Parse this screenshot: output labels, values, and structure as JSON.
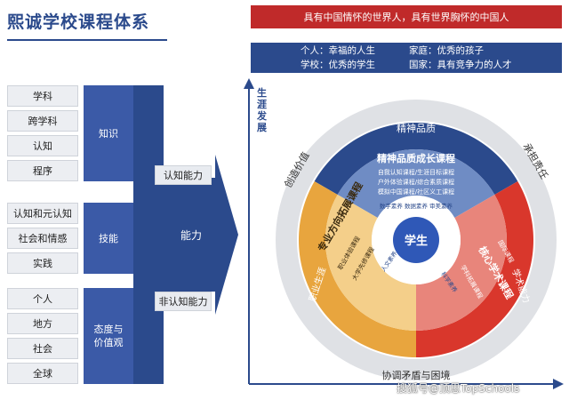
{
  "title": "熙诚学校课程体系",
  "goals": {
    "top": "具有中国情怀的世界人，具有世界胸怀的中国人",
    "row1_left": "个人：幸福的人生",
    "row1_right": "家庭：优秀的孩子",
    "row2_left": "学校：优秀的学生",
    "row2_right": "国家：具有竞争力的人才"
  },
  "left_groups": [
    {
      "label_line1": "知识",
      "label_line2": "",
      "items": [
        "学科",
        "跨学科",
        "认知",
        "程序"
      ]
    },
    {
      "label_line1": "技能",
      "label_line2": "",
      "items": [
        "认知和元认知",
        "社会和情感",
        "实践"
      ]
    },
    {
      "label_line1": "态度与",
      "label_line2": "价值观",
      "items": [
        "个人",
        "地方",
        "社会",
        "全球"
      ]
    }
  ],
  "abilities": {
    "cognitive": "认知能力",
    "center": "能力",
    "non_cognitive": "非认知能力"
  },
  "axis": {
    "y_label": "生涯发展"
  },
  "wheel": {
    "outer_labels": {
      "left": "创造价值",
      "right": "承担责任",
      "bottom": "协调矛盾与困境"
    },
    "middle_labels": {
      "top": "精神品质",
      "right": "学术能力",
      "left": "职业生涯"
    },
    "segments": {
      "top": {
        "title": "精神品质成长课程",
        "lines": [
          "自我认知课程/生涯目标课程",
          "户外体验课程/综合素质课程",
          "模拟中国课程/社区义工课程"
        ]
      },
      "right": {
        "title": "核心学术课程",
        "lines": [
          "国际课程",
          "学科拓展课程"
        ]
      },
      "left": {
        "title": "专业方向拓展课程",
        "lines": [
          "职业体验课程",
          "大学先修课程"
        ]
      }
    },
    "inner_labels": {
      "top": "数字素养 数据素养 审美素养",
      "right": "科学素养",
      "left": "人文素养"
    },
    "center": "学生"
  },
  "watermark": "搜狐号@顶思TopSchools",
  "colors": {
    "navy": "#2b4a8c",
    "blue_mid": "#6f8cc4",
    "red": "#d9372c",
    "red_light": "#e8857b",
    "orange": "#e8a53e",
    "orange_light": "#f4cf8a",
    "grey_ring": "#dfe1e5",
    "goal_red": "#c02a2a"
  }
}
